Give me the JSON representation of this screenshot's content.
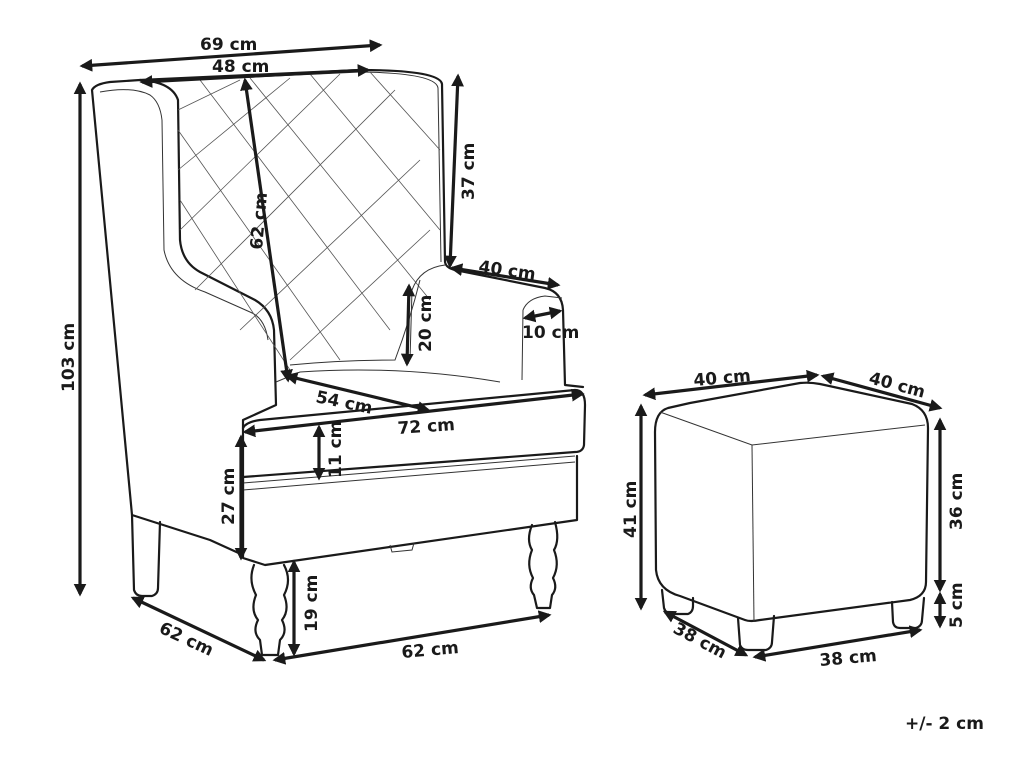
{
  "diagram": {
    "type": "product-dimension-drawing",
    "items": [
      "wingback armchair",
      "ottoman"
    ],
    "line_color": "#1a1a1a",
    "background": "#ffffff"
  },
  "armchair": {
    "dimensions": {
      "overall_width": "69 cm",
      "back_width": "48 cm",
      "backrest_height": "62 cm",
      "wing_height": "37 cm",
      "armrest_depth": "40 cm",
      "armrest_height": "20 cm",
      "armrest_width": "10 cm",
      "seat_depth": "54 cm",
      "seat_width": "72 cm",
      "seat_cushion_height": "11 cm",
      "seat_height": "27 cm",
      "overall_height": "103 cm",
      "leg_height": "19 cm",
      "side_depth": "62 cm",
      "front_width": "62 cm"
    }
  },
  "ottoman": {
    "dimensions": {
      "top_width": "40 cm",
      "top_depth": "40 cm",
      "overall_height": "41 cm",
      "body_height": "36 cm",
      "leg_height": "5 cm",
      "bottom_depth": "38 cm",
      "bottom_width": "38 cm"
    }
  },
  "tolerance": "+/- 2 cm"
}
